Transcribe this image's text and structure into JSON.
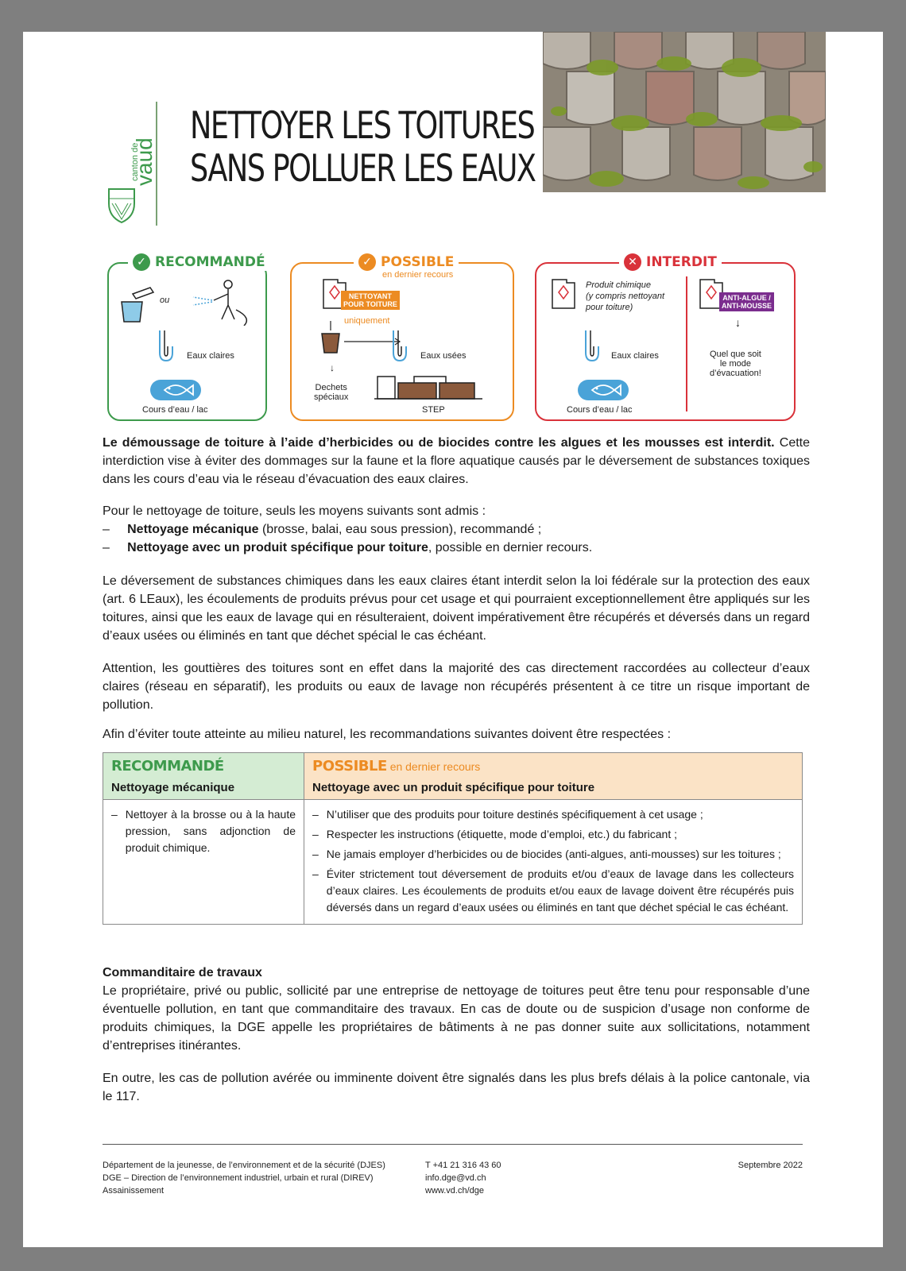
{
  "header": {
    "logo_canton": "canton de",
    "logo_name": "vaud",
    "title_line1": "NETTOYER LES TOITURES",
    "title_line2": "SANS POLLUER LES EAUX"
  },
  "panels": {
    "recommande": {
      "title": "RECOMMANDÉ",
      "ou": "ou",
      "eaux_claires": "Eaux claires",
      "cours": "Cours d’eau / lac"
    },
    "possible": {
      "title": "POSSIBLE",
      "subtitle": "en dernier recours",
      "badge": "NETTOYANT\nPOUR TOITURE",
      "uniquement": "uniquement",
      "eaux_usees": "Eaux usées",
      "dechets": "Dechets\nspéciaux",
      "step": "STEP"
    },
    "interdit": {
      "title": "INTERDIT",
      "produit": "Produit chimique\n(y compris nettoyant\npour toiture)",
      "eaux_claires": "Eaux claires",
      "cours": "Cours d’eau / lac",
      "badge": "ANTI-ALGUE /\nANTI-MOUSSE",
      "quel": "Quel que soit\nle mode\nd’évacuation!"
    }
  },
  "body": {
    "p1_bold": "Le démoussage de toiture à l’aide d’herbicides ou de biocides contre les algues et les mousses est interdit.",
    "p1_rest": " Cette interdiction vise à éviter des dommages sur la faune et la flore aquatique causés par le déversement de substances toxiques dans les cours d’eau via le réseau d’évacuation des eaux claires.",
    "p2_intro": "Pour le nettoyage de toiture, seuls les moyens suivants sont admis :",
    "p2_item1_bold": "Nettoyage mécanique",
    "p2_item1_rest": " (brosse, balai, eau sous pression), recommandé ;",
    "p2_item2_bold": "Nettoyage avec un produit spécifique pour toiture",
    "p2_item2_rest": ", possible en dernier recours.",
    "p3": "Le déversement de substances chimiques dans les eaux claires étant interdit selon la loi fédérale sur la protection des eaux (art. 6 LEaux), les écoulements de produits prévus pour cet usage et qui pourraient exceptionnellement être appliqués sur les toitures, ainsi que les eaux de lavage qui en résulteraient, doivent impérativement être récupérés et déversés dans un regard d’eaux usées ou éliminés en tant que déchet spécial le cas échéant.",
    "p4": "Attention, les gouttières des toitures sont en effet dans la majorité des cas directement raccordées au collecteur d’eaux claires (réseau en séparatif), les produits ou eaux de lavage non récupérés présentent à ce titre un risque important de pollution.",
    "p5": "Afin d’éviter toute atteinte au milieu naturel, les recommandations suivantes doivent être respectées :"
  },
  "table": {
    "col1_label": "RECOMMANDÉ",
    "col1_sub": "Nettoyage mécanique",
    "col2_label": "POSSIBLE",
    "col2_label_small": "en dernier recours",
    "col2_sub": "Nettoyage avec un produit spécifique pour toiture",
    "col1_items": [
      "Nettoyer à la brosse ou à la haute pression, sans adjonction de produit chimique."
    ],
    "col2_items": [
      "N’utiliser que des produits pour toiture destinés spécifiquement à cet usage ;",
      "Respecter les instructions (étiquette, mode d’emploi, etc.) du fabricant ;",
      "Ne jamais employer d’herbicides ou de biocides (anti-algues, anti-mousses) sur les toitures ;",
      "Éviter strictement tout déversement de produits et/ou d’eaux de lavage dans les collecteurs d’eaux claires. Les écoulements de produits et/ou eaux de lavage doivent être récupérés puis déversés dans un regard d’eaux usées ou éliminés en tant que déchet spécial le cas échéant."
    ]
  },
  "commanditaire": {
    "heading": "Commanditaire de travaux",
    "p1": "Le propriétaire, privé ou public, sollicité par une entreprise de nettoyage de toitures peut être tenu pour responsable d’une éventuelle pollution, en tant que commanditaire des travaux. En cas de doute ou de suspicion d’usage non conforme de produits chimiques, la DGE appelle les propriétaires de bâtiments à ne pas donner suite aux sollicitations, notamment d’entreprises itinérantes.",
    "p2": "En outre, les cas de pollution avérée ou imminente doivent être signalés dans les plus brefs délais à la police cantonale, via le 117."
  },
  "footer": {
    "dept1": "Département de la jeunesse, de l’environnement et de la sécurité (DJES)",
    "dept2": "DGE – Direction de l’environnement industriel, urbain et rural (DIREV)",
    "dept3": "Assainissement",
    "tel": "T +41 21 316 43 60",
    "mail": "info.dge@vd.ch",
    "web": "www.vd.ch/dge",
    "date": "Septembre 2022"
  },
  "colors": {
    "green": "#3d9a4c",
    "orange": "#ec8b22",
    "red": "#d9323a",
    "purple": "#7b2d8e",
    "blue": "#4aa3d8"
  }
}
